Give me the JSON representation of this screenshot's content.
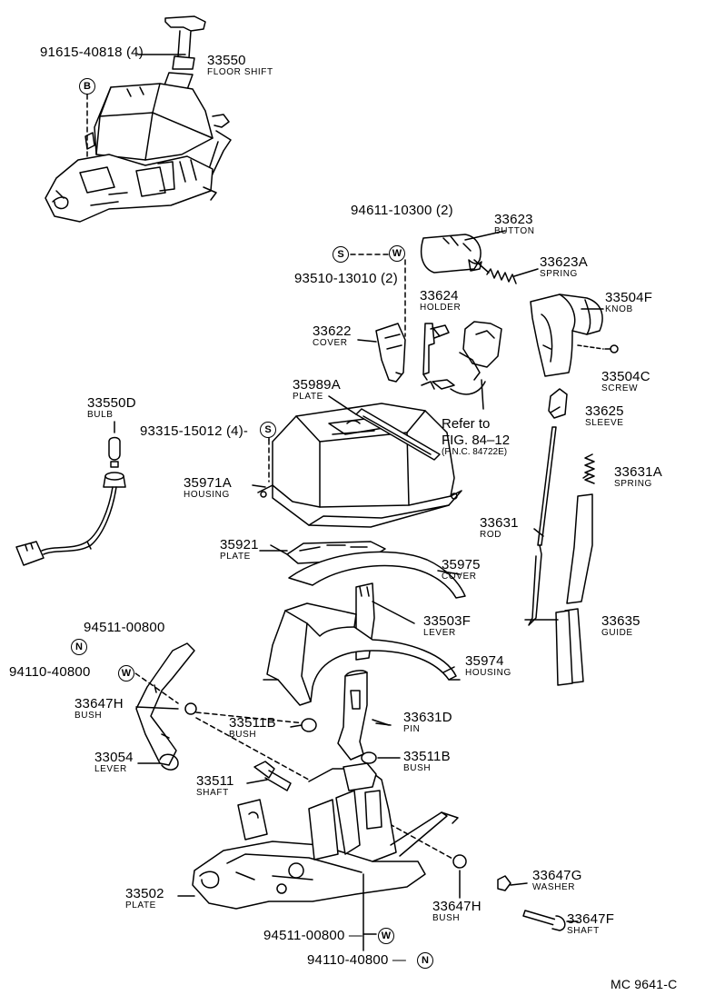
{
  "footer_code": "MC 9641-C",
  "badges": {
    "b": "B",
    "w": "W",
    "s": "S",
    "n": "N"
  },
  "parts": {
    "p91615": {
      "num": "91615-40818 (4)"
    },
    "p33550": {
      "num": "33550",
      "name": "FLOOR SHIFT"
    },
    "p94611": {
      "num": "94611-10300 (2)"
    },
    "p33623": {
      "num": "33623",
      "name": "BUTTON"
    },
    "p93510": {
      "num": "93510-13010 (2)"
    },
    "p33623a": {
      "num": "33623A",
      "name": "SPRING"
    },
    "p33624": {
      "num": "33624",
      "name": "HOLDER"
    },
    "p33504f": {
      "num": "33504F",
      "name": "KNOB"
    },
    "p33622": {
      "num": "33622",
      "name": "COVER"
    },
    "p33504c": {
      "num": "33504C",
      "name": "SCREW"
    },
    "p35989a": {
      "num": "35989A",
      "name": "PLATE"
    },
    "p33625": {
      "num": "33625",
      "name": "SLEEVE"
    },
    "p33550d": {
      "num": "33550D",
      "name": "BULB"
    },
    "p93315": {
      "num": "93315-15012 (4)-"
    },
    "p35971a": {
      "num": "35971A",
      "name": "HOUSING"
    },
    "p33631a": {
      "num": "33631A",
      "name": "SPRING"
    },
    "p33631": {
      "num": "33631",
      "name": "ROD"
    },
    "p35921": {
      "num": "35921",
      "name": "PLATE"
    },
    "p35975": {
      "num": "35975",
      "name": "COVER"
    },
    "p33503f": {
      "num": "33503F",
      "name": "LEVER"
    },
    "p33635": {
      "num": "33635",
      "name": "GUIDE"
    },
    "p94511a": {
      "num": "94511-00800"
    },
    "p94110a": {
      "num": "94110-40800"
    },
    "p35974": {
      "num": "35974",
      "name": "HOUSING"
    },
    "p33647h": {
      "num": "33647H",
      "name": "BUSH"
    },
    "p33511b": {
      "num": "33511B",
      "name": "BUSH"
    },
    "p33631d": {
      "num": "33631D",
      "name": "PIN"
    },
    "p33054": {
      "num": "33054",
      "name": "LEVER"
    },
    "p33511b2": {
      "num": "33511B",
      "name": "BUSH"
    },
    "p33511": {
      "num": "33511",
      "name": "SHAFT"
    },
    "p33647g": {
      "num": "33647G",
      "name": "WASHER"
    },
    "p33502": {
      "num": "33502",
      "name": "PLATE"
    },
    "p33647h2": {
      "num": "33647H",
      "name": "BUSH"
    },
    "p33647f": {
      "num": "33647F",
      "name": "SHAFT"
    },
    "p94511b": {
      "num": "94511-00800 —"
    },
    "p94110b": {
      "num": "94110-40800 —"
    }
  },
  "reference": {
    "line1": "Refer to",
    "line2": "FIG. 84–12",
    "line3": "(P.N.C. 84722E)"
  },
  "colors": {
    "ink": "#000000",
    "paper": "#ffffff"
  }
}
